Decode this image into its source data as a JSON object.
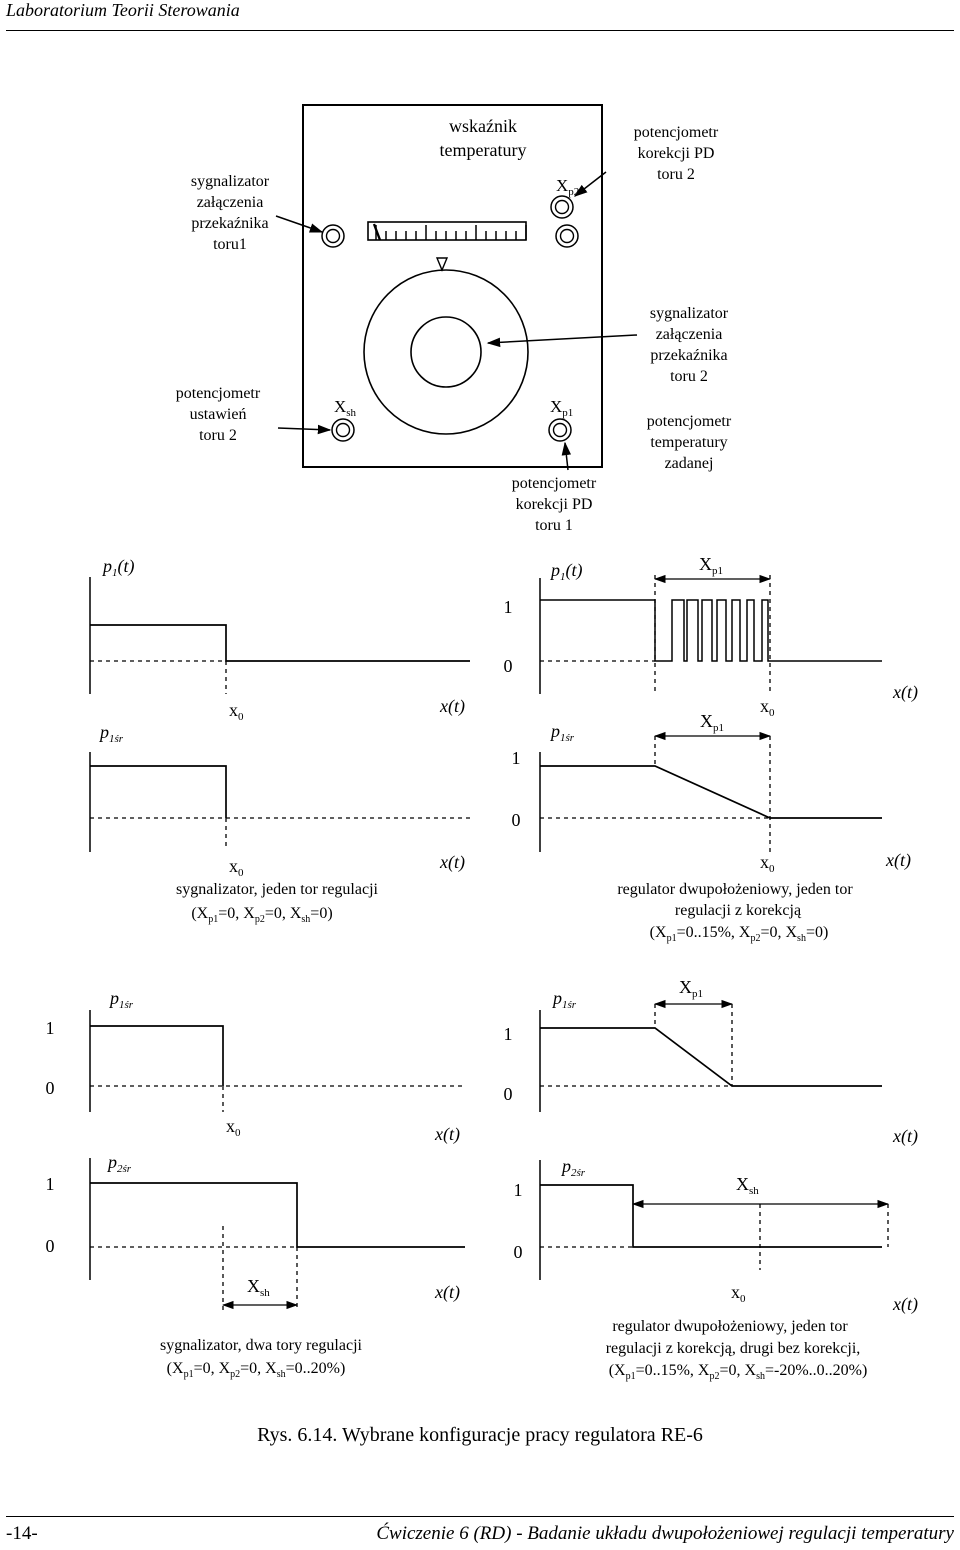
{
  "page": {
    "header": "Laboratorium Teorii Sterowania",
    "footer_left": "-14-",
    "footer_right": "Ćwiczenie 6 (RD) - Badanie układu dwupołożeniowej regulacji temperatury",
    "caption": "Rys. 6.14. Wybrane konfiguracje pracy regulatora RE-6"
  },
  "panel": {
    "indicator": [
      "wskaźnik",
      "temperatury"
    ],
    "pot_pd2": [
      "potencjometr",
      "korekcji PD",
      "toru 2"
    ],
    "relay1": [
      "sygnalizator",
      "załączenia",
      "przekaźnika",
      "toru1"
    ],
    "relay2": [
      "sygnalizator",
      "załączenia",
      "przekaźnika",
      "toru 2"
    ],
    "pot_set2": [
      "potencjometr",
      "ustawień",
      "toru 2"
    ],
    "pot_temp": [
      "potencjometr",
      "temperatury",
      "zadanej"
    ],
    "pot_pd1": [
      "potencjometr",
      "korekcji PD",
      "toru 1"
    ],
    "knob_p2": {
      "main": "X",
      "sub": "p2"
    },
    "knob_p1": {
      "main": "X",
      "sub": "p1"
    },
    "knob_sh": {
      "main": "X",
      "sub": "sh"
    }
  },
  "sym": {
    "p1t": {
      "main": "p",
      "sub": "1",
      "tail": "(t)"
    },
    "p1sr": {
      "main": "p",
      "sub": "1śr"
    },
    "p2sr": {
      "main": "p",
      "sub": "2śr"
    },
    "x0": {
      "main": "x",
      "sub": "0"
    },
    "xt": "x(t)",
    "xp1": {
      "main": "X",
      "sub": "p1"
    },
    "xsh": {
      "main": "X",
      "sub": "sh"
    },
    "one": "1",
    "zero": "0"
  },
  "desc": {
    "d1": {
      "line1": "sygnalizator, jeden tor regulacji",
      "line2": [
        {
          "t": "(X"
        },
        {
          "s": "p1"
        },
        {
          "t": "=0, X"
        },
        {
          "s": "p2"
        },
        {
          "t": "=0, X"
        },
        {
          "s": "sh"
        },
        {
          "t": "=0)"
        }
      ]
    },
    "d2": {
      "line1": "regulator dwupołożeniowy, jeden tor",
      "line2": "regulacji z korekcją",
      "line3": [
        {
          "t": "(X"
        },
        {
          "s": "p1"
        },
        {
          "t": "=0..15%, X"
        },
        {
          "s": "p2"
        },
        {
          "t": "=0, X"
        },
        {
          "s": "sh"
        },
        {
          "t": "=0)"
        }
      ]
    },
    "d3": {
      "line1": "sygnalizator, dwa tory regulacji",
      "line2": [
        {
          "t": "(X"
        },
        {
          "s": "p1"
        },
        {
          "t": "=0, X"
        },
        {
          "s": "p2"
        },
        {
          "t": "=0, X"
        },
        {
          "s": "sh"
        },
        {
          "t": "=0..20%)"
        }
      ]
    },
    "d4": {
      "line1": "regulator dwupołożeniowy, jeden tor",
      "line2": "regulacji z korekcją, drugi bez korekcji,",
      "line3": [
        {
          "t": "(X"
        },
        {
          "s": "p1"
        },
        {
          "t": "=0..15%, X"
        },
        {
          "s": "p2"
        },
        {
          "t": "=0, X"
        },
        {
          "s": "sh"
        },
        {
          "t": "=-20%..0..20%)"
        }
      ]
    }
  }
}
